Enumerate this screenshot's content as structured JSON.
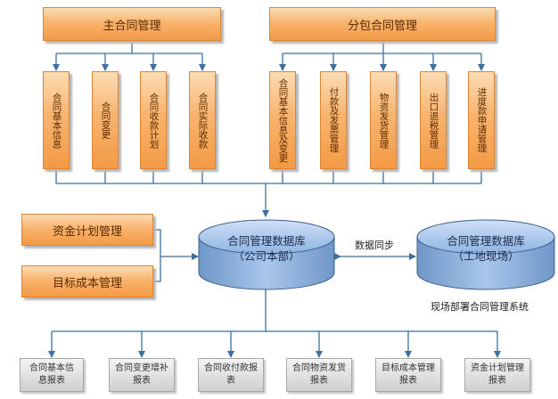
{
  "main_contract": {
    "title": "主合同管理",
    "items": [
      "合同基本信息",
      "合同变更",
      "合同收款计划",
      "合同实际收款"
    ]
  },
  "sub_contract": {
    "title": "分包合同管理",
    "items": [
      "合同基本信息及变更",
      "付款及发票管理",
      "物资发货管理",
      "出口退税管理",
      "进度款申请管理"
    ]
  },
  "side_modules": [
    "资金计划管理",
    "目标成本管理"
  ],
  "db_company": {
    "line1": "合同管理数据库",
    "line2": "（公司本部）"
  },
  "db_site": {
    "line1": "合同管理数据库",
    "line2": "（工地现场）"
  },
  "sync_label": "数据同步",
  "site_system_label": "现场部署合同管理系统",
  "reports": [
    "合同基本信息报表",
    "合同变更增补报表",
    "合同收付款报表",
    "合同物资发货报表",
    "目标成本管理报表",
    "资金计划管理报表"
  ],
  "colors": {
    "connector": "#3f6f9f",
    "db_fill": "#8eb4e3",
    "orange": "#f8b46e"
  }
}
